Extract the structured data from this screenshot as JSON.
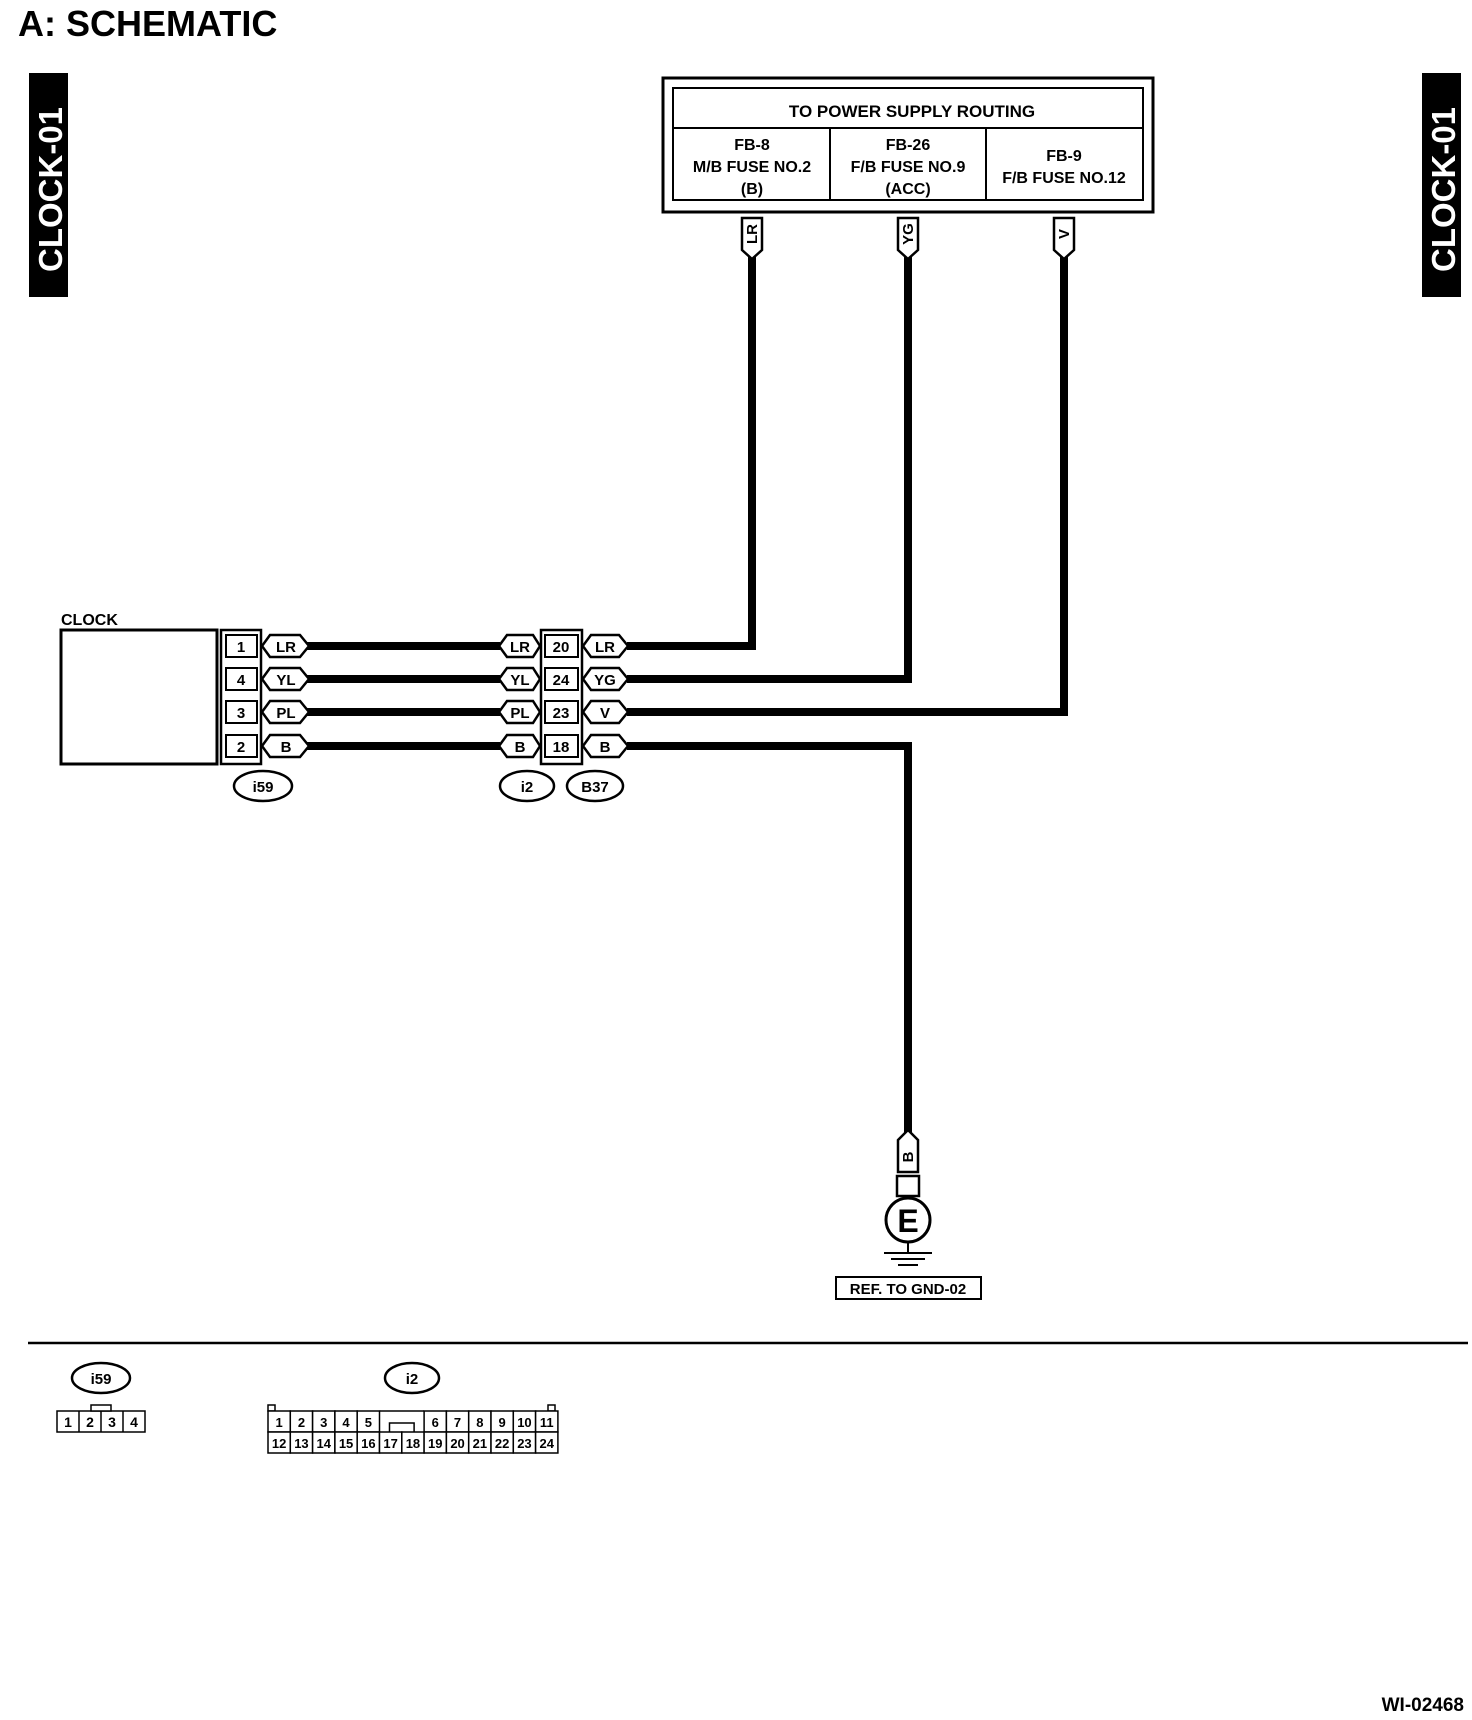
{
  "title": "A:  SCHEMATIC",
  "side_tag": "CLOCK-01",
  "power_box": {
    "header": "TO POWER SUPPLY ROUTING",
    "columns": [
      {
        "l1": "FB-8",
        "l2": "M/B FUSE NO.2",
        "l3": "(B)",
        "wire": "LR"
      },
      {
        "l1": "FB-26",
        "l2": "F/B FUSE NO.9",
        "l3": "(ACC)",
        "wire": "YG"
      },
      {
        "l1": "FB-9",
        "l2": "F/B FUSE NO.12",
        "l3": "",
        "wire": "V"
      }
    ]
  },
  "clock": {
    "label": "CLOCK",
    "connector": "i59",
    "pins": [
      {
        "pin": "1",
        "wire": "LR"
      },
      {
        "pin": "4",
        "wire": "YL"
      },
      {
        "pin": "3",
        "wire": "PL"
      },
      {
        "pin": "2",
        "wire": "B"
      }
    ]
  },
  "junction": {
    "connector_left": "i2",
    "connector_right": "B37",
    "rows": [
      {
        "left_wire": "LR",
        "pin": "20",
        "right_wire": "LR"
      },
      {
        "left_wire": "YL",
        "pin": "24",
        "right_wire": "YG"
      },
      {
        "left_wire": "PL",
        "pin": "23",
        "right_wire": "V"
      },
      {
        "left_wire": "B",
        "pin": "18",
        "right_wire": "B"
      }
    ]
  },
  "ground": {
    "wire": "B",
    "symbol": "E",
    "ref": "REF. TO GND-02"
  },
  "legend": {
    "i59": {
      "label": "i59",
      "pins": [
        "1",
        "2",
        "3",
        "4"
      ]
    },
    "i2": {
      "label": "i2",
      "top_left": [
        "1",
        "2",
        "3",
        "4",
        "5"
      ],
      "top_right": [
        "6",
        "7",
        "8",
        "9",
        "10",
        "11"
      ],
      "bottom": [
        "12",
        "13",
        "14",
        "15",
        "16",
        "17",
        "18",
        "19",
        "20",
        "21",
        "22",
        "23",
        "24"
      ]
    }
  },
  "figure_id": "WI-02468"
}
